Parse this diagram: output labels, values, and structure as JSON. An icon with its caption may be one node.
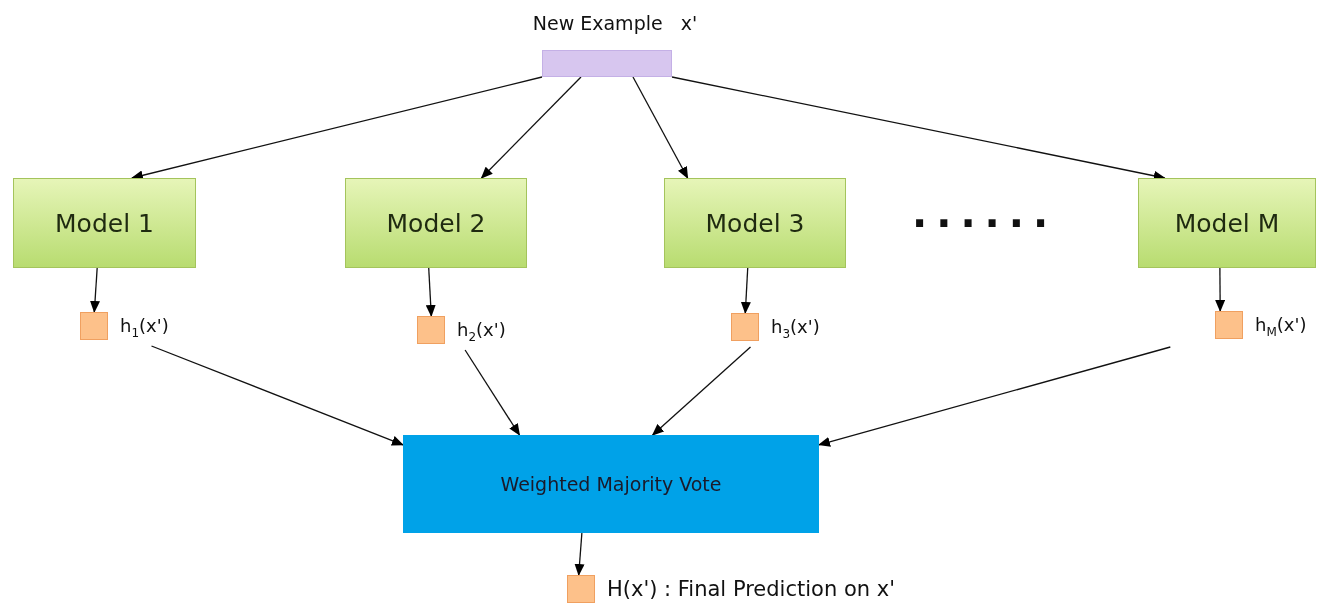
{
  "diagram": {
    "nodes": [
      {
        "text": [
          "New Example x'"
        ]
      },
      {
        "text": [
          "Model 1"
        ]
      },
      {
        "text": [
          "Model 2"
        ]
      },
      {
        "text": [
          "Model 3"
        ]
      },
      {
        "text": [
          "Model M"
        ]
      },
      {
        "text": [],
        "shape": "box",
        "beside": [
          "h$_{1}$(x')"
        ]
      },
      {
        "text": [],
        "shape": "box",
        "beside": [
          "h$_{2}$(x')"
        ]
      },
      {
        "text": [],
        "shape": "box",
        "beside": [
          "h$_{3}$(x')"
        ]
      },
      {
        "text": [],
        "shape": "box",
        "beside": [
          "h$_{M}$(x')"
        ]
      },
      {
        "text": [
          "Weighted Majority Vote"
        ]
      },
      {
        "text": [],
        "shape": "box",
        "beside": [
          "H(x') : Final Prediction on x'"
        ]
      }
    ],
    "edges": [
      {
        "from": 0,
        "to": 1,
        "arrow": "to"
      },
      {
        "from": 0,
        "to": 2,
        "arrow": "to"
      },
      {
        "from": 0,
        "to": 3,
        "arrow": "to"
      },
      {
        "from": 0,
        "to": 4,
        "arrow": "to"
      },
      {
        "from": 1,
        "to": 5,
        "arrow": "to"
      },
      {
        "from": 2,
        "to": 6,
        "arrow": "to"
      },
      {
        "from": 3,
        "to": 7,
        "arrow": "to"
      },
      {
        "from": 4,
        "to": 8,
        "arrow": "to"
      },
      {
        "from": 5,
        "to": 9,
        "arrow": "to"
      },
      {
        "from": 6,
        "to": 9,
        "arrow": "to"
      },
      {
        "from": 7,
        "to": 9,
        "arrow": "to"
      },
      {
        "from": 8,
        "to": 9,
        "arrow": "to"
      },
      {
        "from": 9,
        "to": 10,
        "arrow": "to"
      }
    ],
    "labels": [
      "......"
    ]
  }
}
